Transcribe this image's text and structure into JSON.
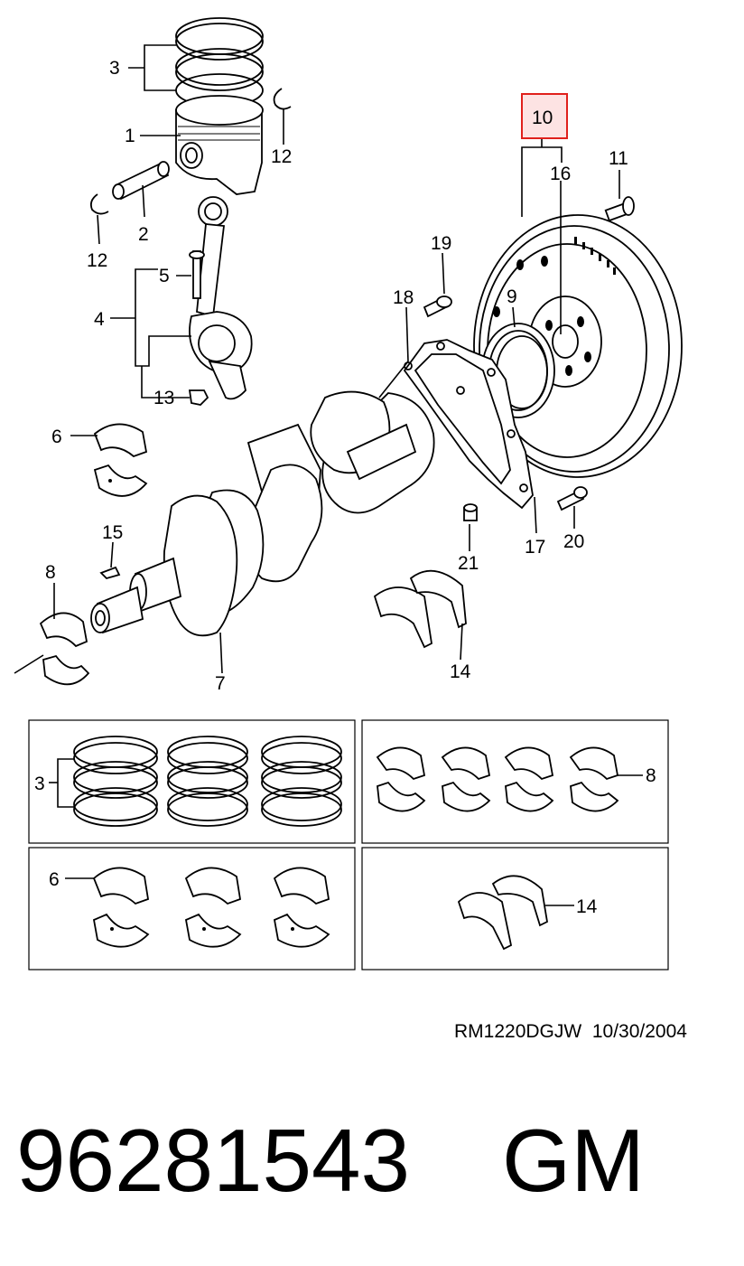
{
  "callouts": {
    "c1": "1",
    "c2": "2",
    "c3_top": "3",
    "c4": "4",
    "c5": "5",
    "c6_top": "6",
    "c7": "7",
    "c8_top": "8",
    "c9": "9",
    "c10": "10",
    "c11": "11",
    "c12_upper": "12",
    "c12_lower": "12",
    "c13": "13",
    "c14_top": "14",
    "c15": "15",
    "c16": "16",
    "c17": "17",
    "c18": "18",
    "c19": "19",
    "c20": "20",
    "c21": "21",
    "box_rings": "3",
    "box_main_bearings": "8",
    "box_rod_bearings": "6",
    "box_thrust": "14"
  },
  "highlight_color": "#e0201c",
  "highlight_fill": "#fde3e3",
  "reference": "RM1220DGJW  10/30/2004",
  "part_number": "96281543",
  "brand": "GM"
}
